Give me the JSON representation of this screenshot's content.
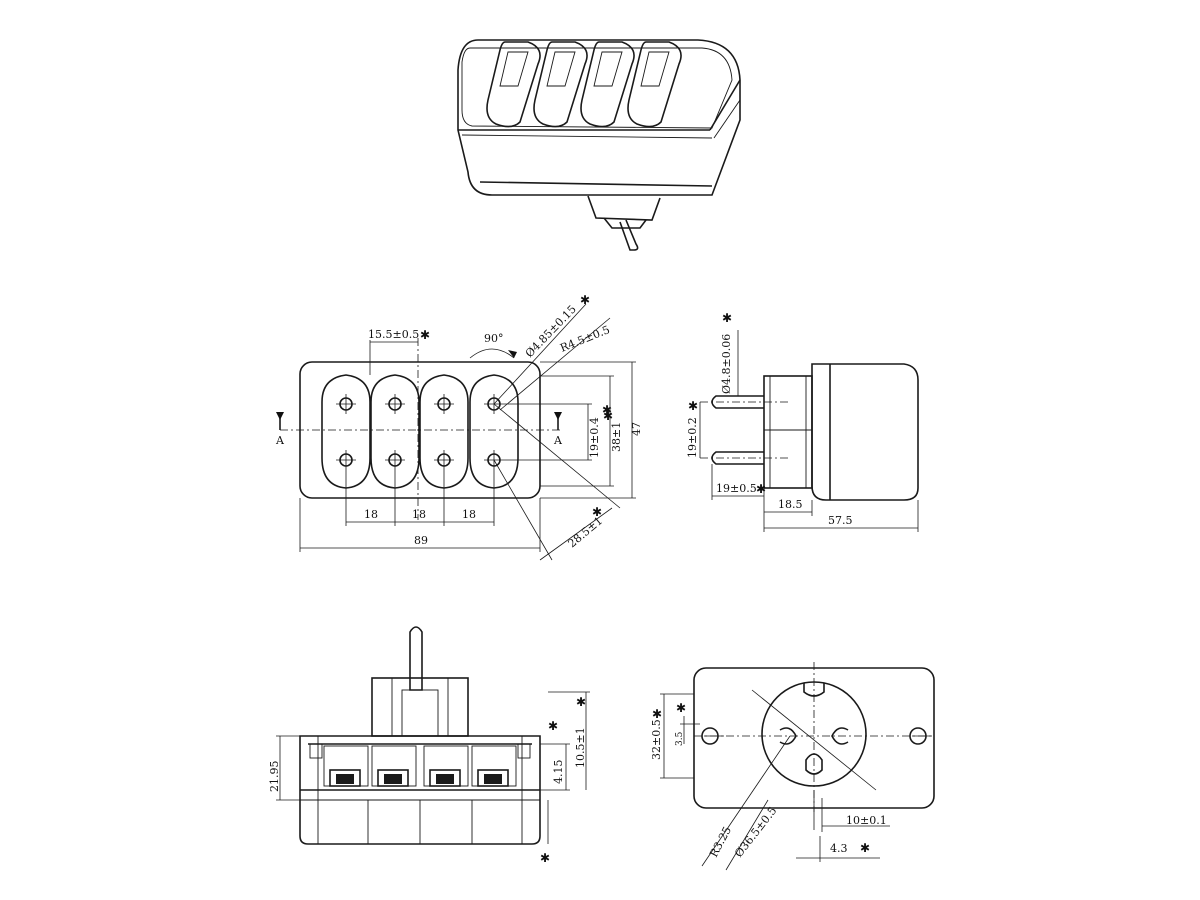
{
  "drawing": {
    "front_view": {
      "dim_pitch_top": "15.5±0.5",
      "dim_angle": "90°",
      "dim_hole_dia": "Ø4.85±0.15",
      "dim_radius": "R4.5±0.5",
      "dim_pin_spacing": "19±0.4",
      "dim_height_inner": "38±1",
      "dim_height": "47",
      "dim_pitch_1": "18",
      "dim_pitch_2": "18",
      "dim_pitch_3": "18",
      "dim_width": "89",
      "dim_diagonal": "28.5±1",
      "section_mark_left": "A",
      "section_mark_right": "A"
    },
    "side_view": {
      "dim_pin_dia": "Ø4.8±0.06",
      "dim_pin_spacing": "19±0.2",
      "dim_pin_offset": "19±0.5",
      "dim_plug_length": "18.5",
      "dim_total_length": "57.5"
    },
    "section_view": {
      "dim_height": "21.95",
      "dim_depth": "4.15",
      "dim_depth_2": "10.5±1"
    },
    "plug_face_view": {
      "dim_height": "32±0.5",
      "dim_slot": "3.5",
      "dim_radius": "R3.25",
      "dim_diameter": "Ø36.5±0.5",
      "dim_offset": "10±0.1",
      "dim_width": "4.3"
    },
    "critical_mark": "✱"
  }
}
